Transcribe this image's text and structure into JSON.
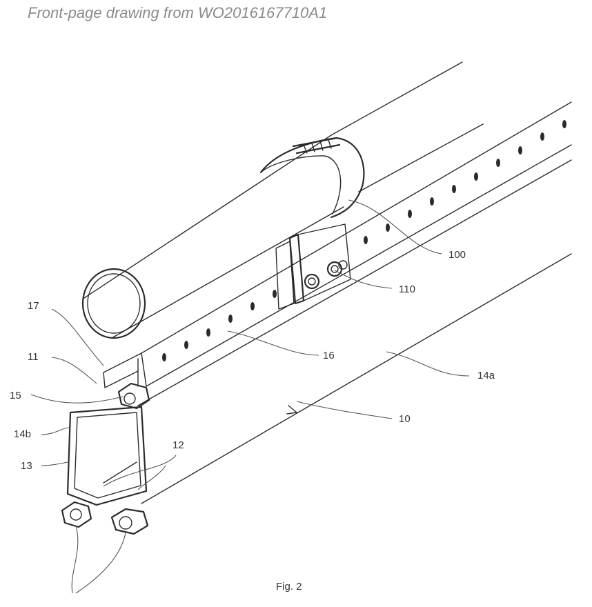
{
  "caption": "Front-page drawing from WO2016167710A1",
  "figure_label": "Fig. 2",
  "labels": {
    "l100": "100",
    "l110": "110",
    "l17": "17",
    "l11": "11",
    "l16": "16",
    "l14a": "14a",
    "l15": "15",
    "l10": "10",
    "l14b": "14b",
    "l12": "12",
    "l13": "13"
  }
}
